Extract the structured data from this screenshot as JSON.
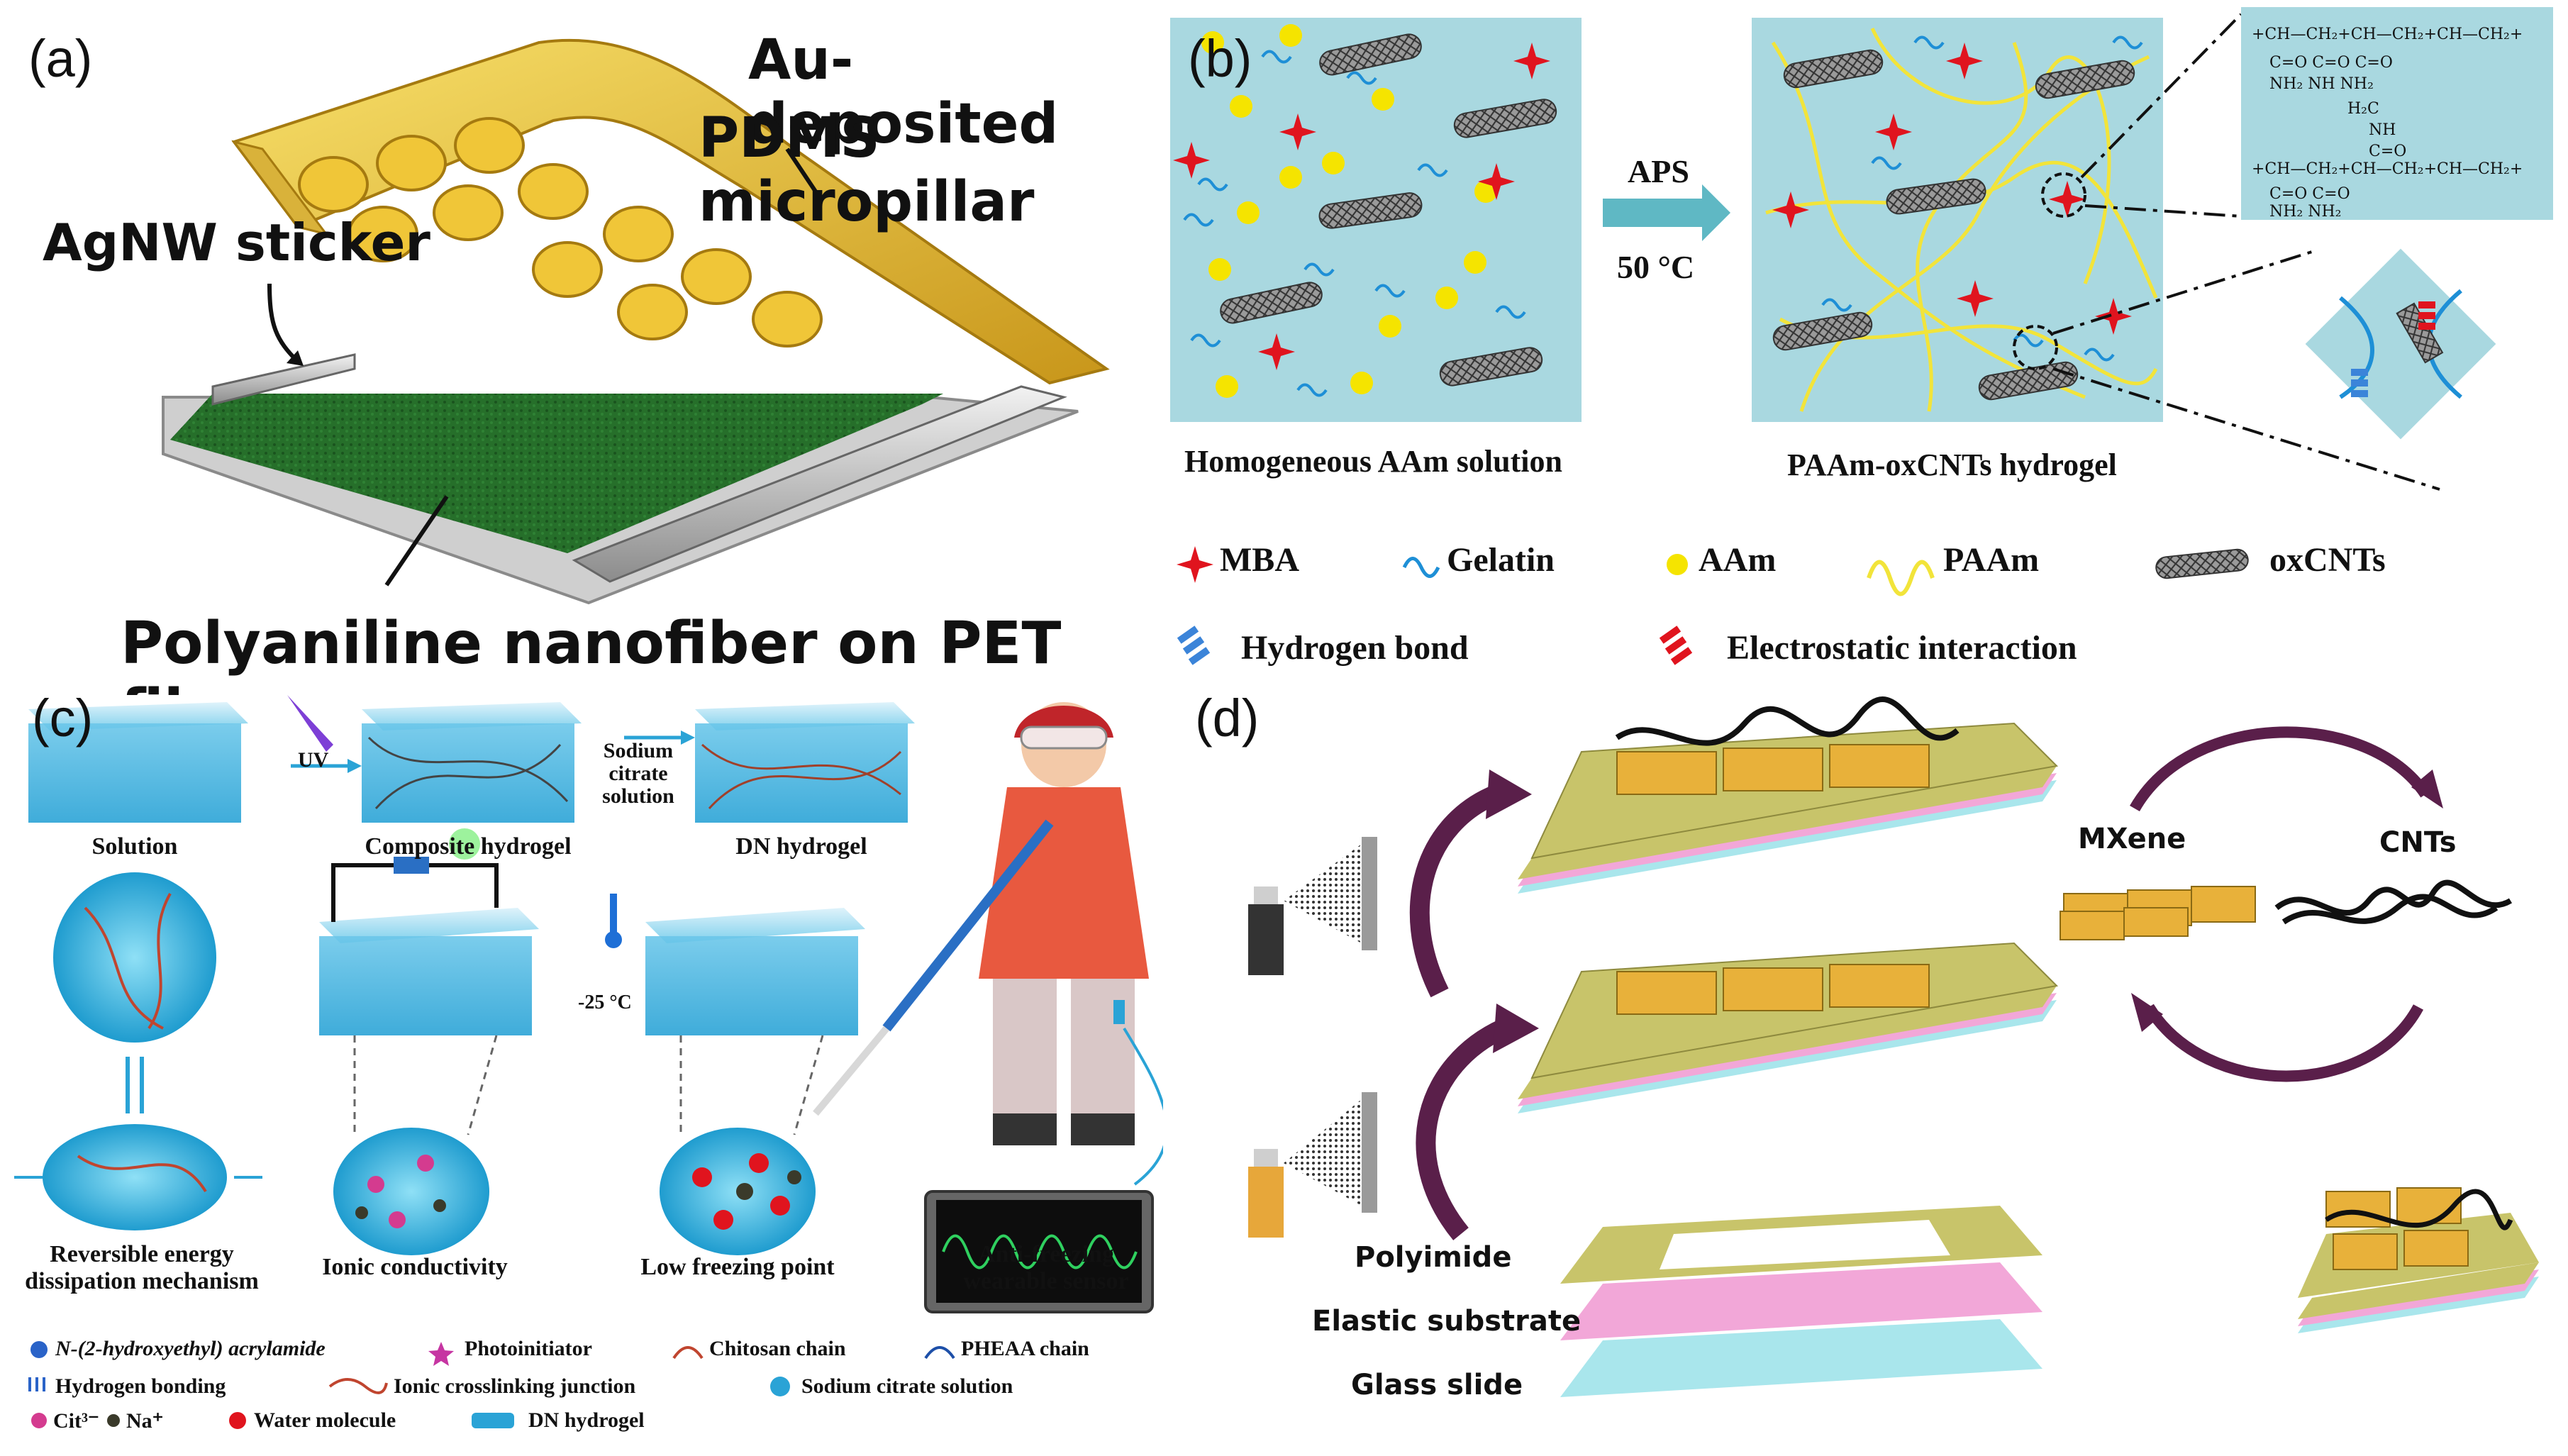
{
  "panel_a": {
    "label": "(a)",
    "au_line1": "Au-deposited",
    "au_line2": "PDMS micropillar",
    "agnw": "AgNW sticker",
    "pani": "Polyaniline nanofiber on PET film"
  },
  "panel_b": {
    "label": "(b)",
    "arrow_top": "APS",
    "arrow_bottom": "50 °C",
    "left_caption": "Homogeneous AAm solution",
    "right_caption": "PAAm-oxCNTs hydrogel",
    "legend": [
      "MBA",
      "Gelatin",
      "AAm",
      "PAAm",
      "oxCNTs"
    ],
    "legend2": [
      "Hydrogen bond",
      "Electrostatic interaction"
    ],
    "colors": {
      "box": "#a9d8e0",
      "mba": "#e0141e",
      "gelatin": "#1e8fd6",
      "aam": "#f5e400",
      "paam": "#f2e43a",
      "cnt": "#444444",
      "ionic": "#e0141e",
      "hbond": "#3b84d9",
      "arrow": "#5fb8c4"
    }
  },
  "panel_c": {
    "label": "(c)",
    "uv": "UV",
    "sodium_l1": "Sodium",
    "sodium_l2": "citrate",
    "sodium_l3": "solution",
    "solution": "Solution",
    "composite": "Composite hydrogel",
    "dn": "DN hydrogel",
    "temp": "-25 °C",
    "rev_l1": "Reversible energy",
    "rev_l2": "dissipation mechanism",
    "ionic": "Ionic conductivity",
    "lowfreeze": "Low freezing point",
    "anti_l1": "Anti-freezing",
    "anti_l2": "wearable sensor",
    "leg1": "N-(2-hydroxyethyl) acrylamide",
    "leg2": "Photoinitiator",
    "leg3": "Chitosan chain",
    "leg4": "PHEAA chain",
    "leg5": "Hydrogen bonding",
    "leg6": "Ionic crosslinking  junction",
    "leg7": "Sodium citrate solution",
    "leg8": "Cit³⁻",
    "leg9": "Na⁺",
    "leg10": "Water molecule",
    "leg11": "DN hydrogel"
  },
  "panel_d": {
    "label": "(d)",
    "mxene": "MXene",
    "cnts": "CNTs",
    "polyimide": "Polyimide",
    "elastic": "Elastic  substrate",
    "glass": "Glass slide",
    "colors": {
      "polyimide": "#c8c46a",
      "elastic": "#f2a7d8",
      "glass": "#a9e6ec",
      "mxene": "#e8b13a",
      "arrow": "#5a1f4a"
    }
  }
}
